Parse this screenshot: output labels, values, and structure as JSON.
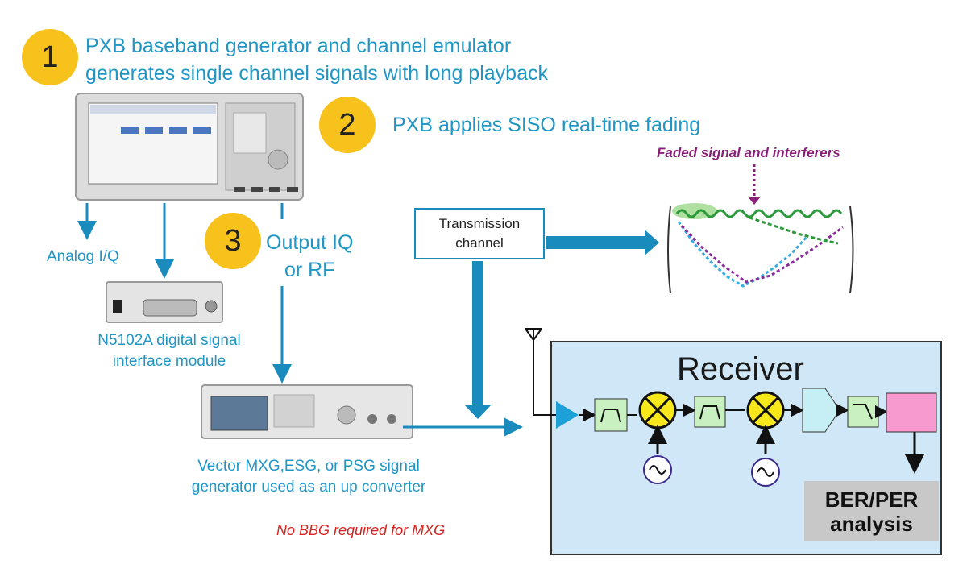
{
  "steps": [
    {
      "number": "1",
      "line1": "PXB baseband generator and channel emulator",
      "line2": "generates single channel signals with long playback"
    },
    {
      "number": "2",
      "text": "PXB applies SISO real-time fading"
    },
    {
      "number": "3",
      "line1": "Output IQ",
      "line2": "or RF"
    }
  ],
  "labels": {
    "analog_iq": "Analog I/Q",
    "n5102a_line1": "N5102A  digital signal",
    "n5102a_line2": "interface module",
    "vector_line1": "Vector MXG,ESG, or PSG signal",
    "vector_line2": "generator used as an up converter",
    "no_bbg": "No BBG required for MXG",
    "transmission_line1": "Transmission",
    "transmission_line2": "channel",
    "faded": "Faded signal and interferers",
    "receiver": "Receiver",
    "ber_line1": "BER/PER",
    "ber_line2": "analysis"
  },
  "colors": {
    "badge": "#f6c21b",
    "teal_text": "#2196c4",
    "arrow_blue": "#1a8bbd",
    "receiver_bg": "#cfe7f7",
    "filter_fill": "#c8f0c0",
    "mixer_fill": "#f7e81c",
    "adc_fill": "#c5eef5",
    "dsp_fill": "#f79ad0",
    "note_red": "#d6231f",
    "faded_purple": "#8a1f79"
  }
}
